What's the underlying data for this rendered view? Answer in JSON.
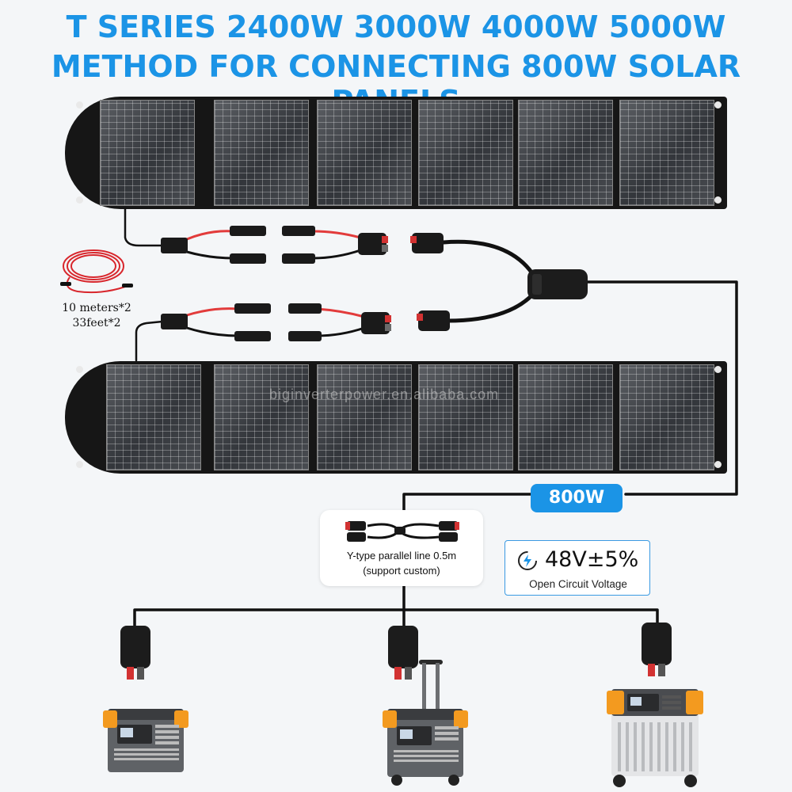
{
  "header": {
    "line1": "T SERIES 2400W 3000W 4000W 5000W",
    "line2": "METHOD FOR CONNECTING 800W SOLAR PANELS"
  },
  "cable": {
    "label_line1": "10 meters*2",
    "label_line2": "33feet*2"
  },
  "watermark": "biginverterpower.en.alibaba.com",
  "power_badge": "800W",
  "y_cable": {
    "line1": "Y-type parallel line 0.5m",
    "line2": "(support custom)"
  },
  "voltage": {
    "value": "48V±5%",
    "label": "Open Circuit Voltage",
    "icon": "lightning-gauge-icon"
  },
  "colors": {
    "accent": "#1b94e6",
    "wire_red": "#e23b3b",
    "wire_black": "#111111",
    "station_orange": "#f39a1f"
  }
}
